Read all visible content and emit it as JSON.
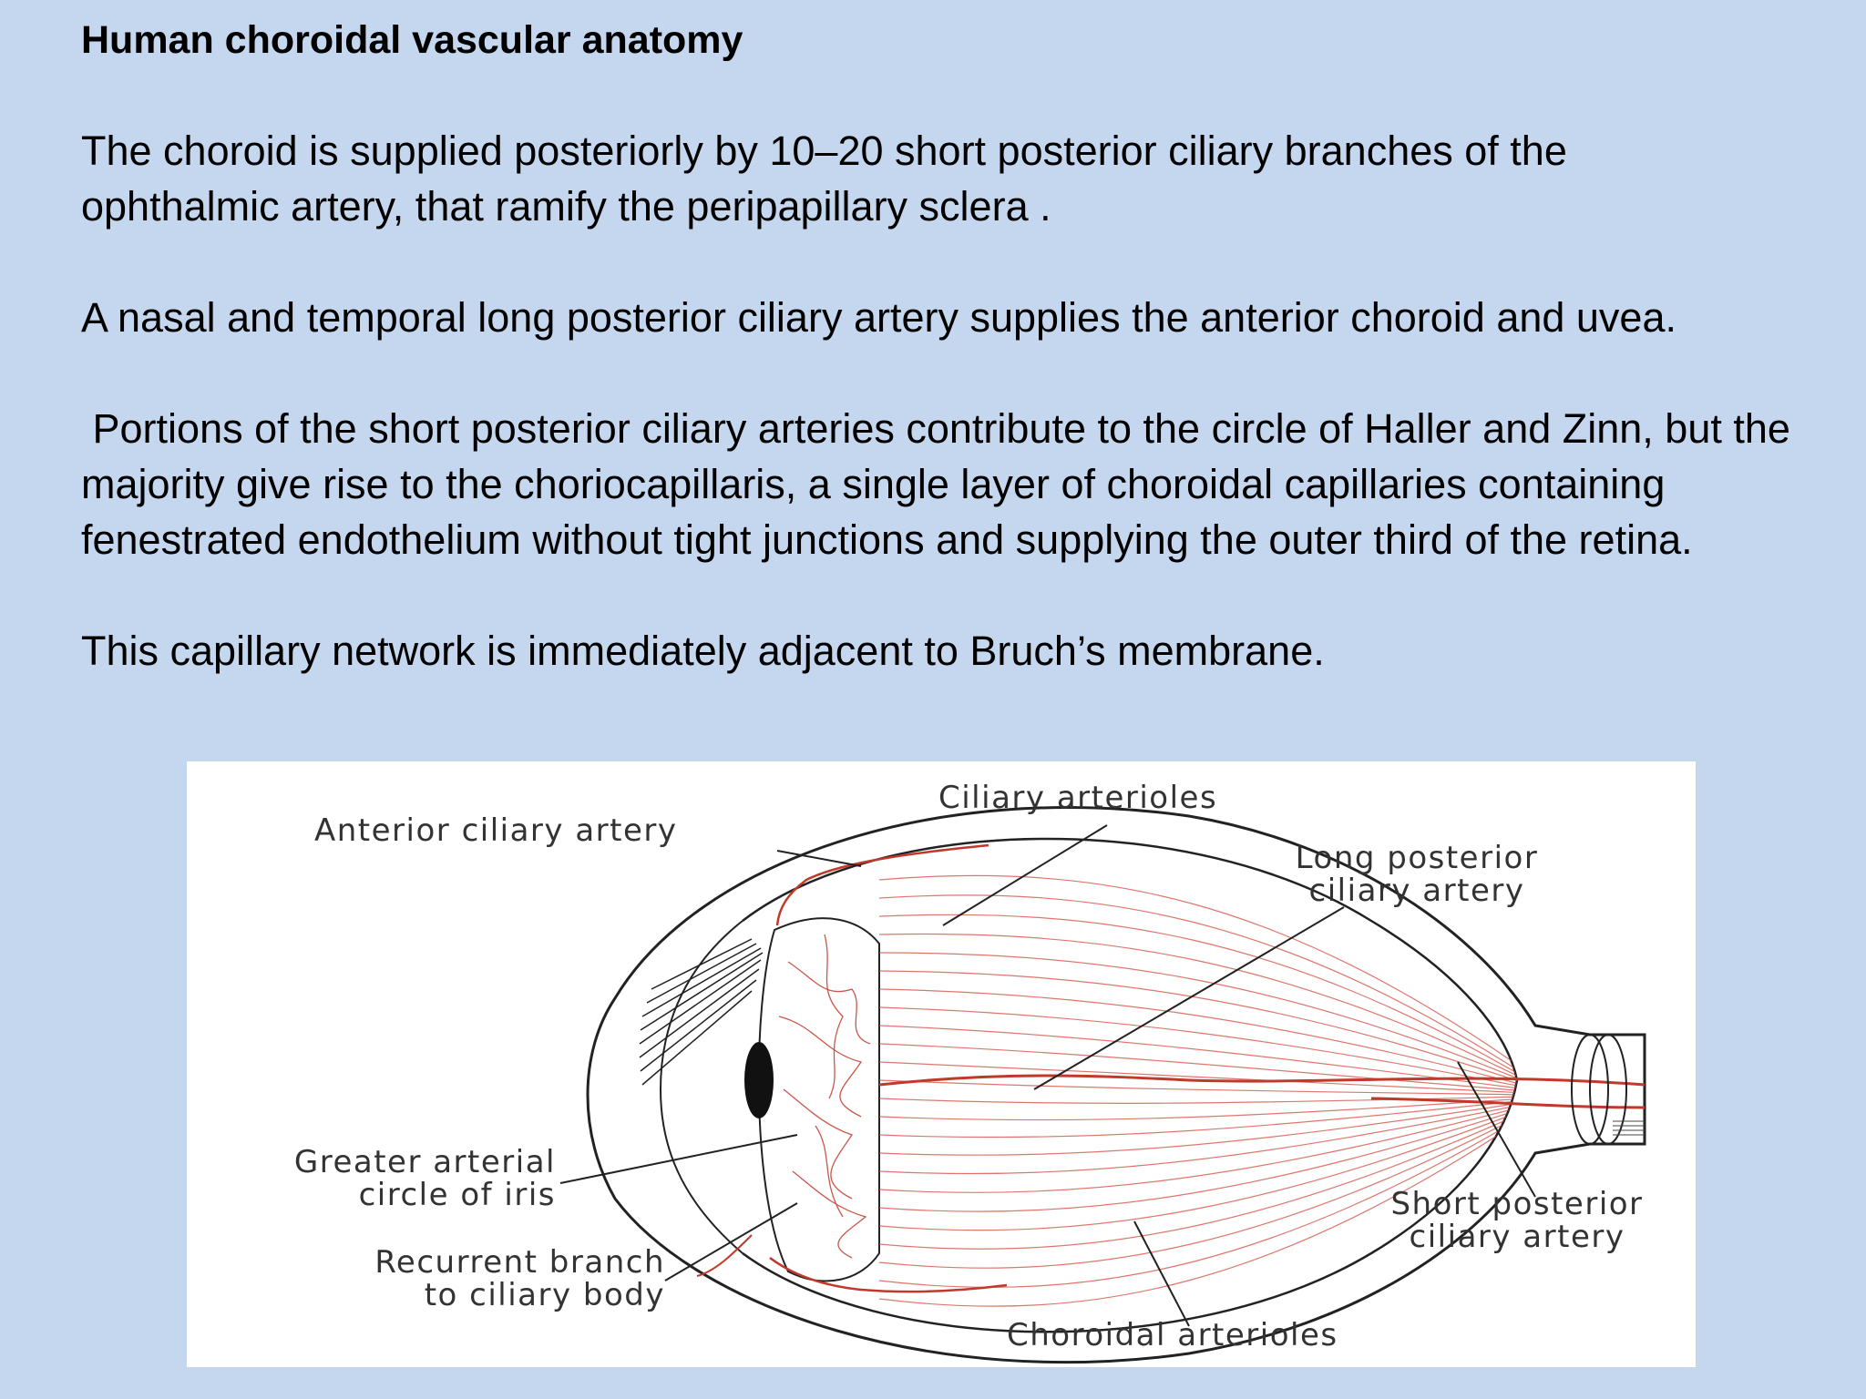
{
  "slide": {
    "title": "Human choroidal vascular anatomy",
    "paragraphs": [
      "The choroid is supplied posteriorly by 10–20 short posterior ciliary branches of the ophthalmic artery, that ramify the peripapillary sclera .",
      "A nasal and temporal long posterior ciliary artery supplies the anterior choroid and uvea.",
      " Portions of the short posterior ciliary arteries contribute to the circle of Haller and Zinn, but the majority give rise to the choriocapillaris, a single layer of choroidal capillaries containing fenestrated endothelium without tight junctions and supplying the outer third of the retina.",
      "This capillary network is immediately adjacent to Bruch’s membrane."
    ]
  },
  "figure": {
    "labels": {
      "ciliary_arterioles": "Ciliary arterioles",
      "anterior_ciliary_artery": "Anterior ciliary artery",
      "long_posterior_1": "Long posterior",
      "long_posterior_2": "ciliary artery",
      "greater_circle_1": "Greater arterial",
      "greater_circle_2": "circle of iris",
      "recurrent_1": "Recurrent branch",
      "recurrent_2": "to ciliary body",
      "short_posterior_1": "Short posterior",
      "short_posterior_2": "ciliary artery",
      "choroidal_arterioles": "Choroidal arterioles"
    },
    "colors": {
      "vessel": "#c0392b",
      "outline": "#222222",
      "background": "#ffffff"
    }
  }
}
